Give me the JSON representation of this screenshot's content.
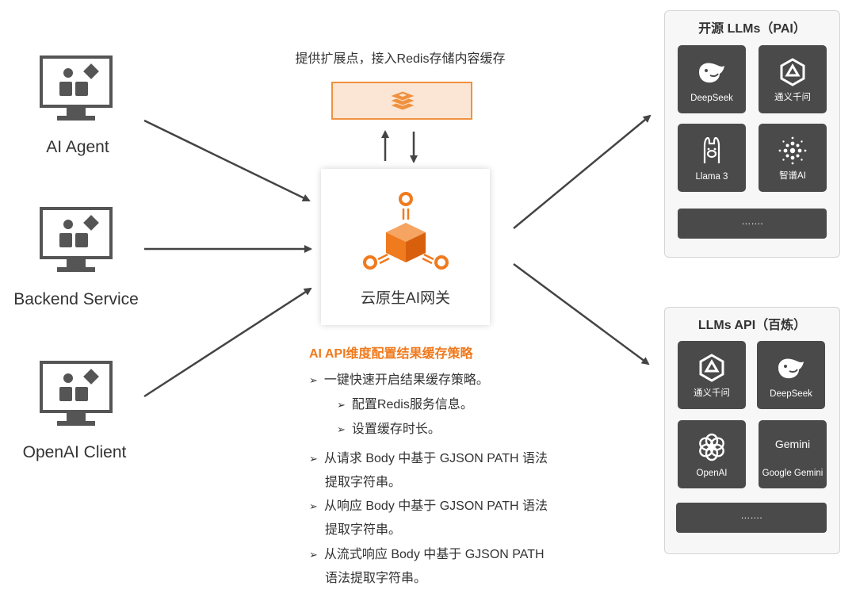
{
  "clients": [
    {
      "label": "AI Agent",
      "icon": "monitor-apps-icon"
    },
    {
      "label": "Backend Service",
      "icon": "monitor-apps-icon"
    },
    {
      "label": "OpenAI Client",
      "icon": "monitor-apps-icon"
    }
  ],
  "cache": {
    "caption": "提供扩展点，接入Redis存储内容缓存",
    "icon": "redis-icon"
  },
  "gateway": {
    "label": "云原生AI网关",
    "icon": "gateway-cube-icon"
  },
  "notes": {
    "title": "AI API维度配置结果缓存策略",
    "items": [
      "一键快速开启结果缓存策略。",
      "配置Redis服务信息。",
      "设置缓存时长。",
      "从请求 Body 中基于 GJSON PATH 语法",
      "提取字符串。",
      "从响应 Body 中基于 GJSON PATH 语法",
      "提取字符串。",
      "从流式响应 Body 中基于 GJSON PATH",
      "语法提取字符串。"
    ]
  },
  "open_llms": {
    "title": "开源 LLMs（PAI）",
    "models": [
      "DeepSeek",
      "通义千问",
      "Llama 3",
      "智谱AI"
    ],
    "more": "……."
  },
  "api_llms": {
    "title": "LLMs API（百炼）",
    "models": [
      "通义千问",
      "DeepSeek",
      "OpenAI",
      "Google Gemini"
    ],
    "gemini_logo": "Gemini",
    "more": "……."
  },
  "colors": {
    "accent": "#f07a1e",
    "redis_fill": "#fbe6d5",
    "tile": "#4a4a4a",
    "monitor": "#555555",
    "arrow": "#444444"
  }
}
